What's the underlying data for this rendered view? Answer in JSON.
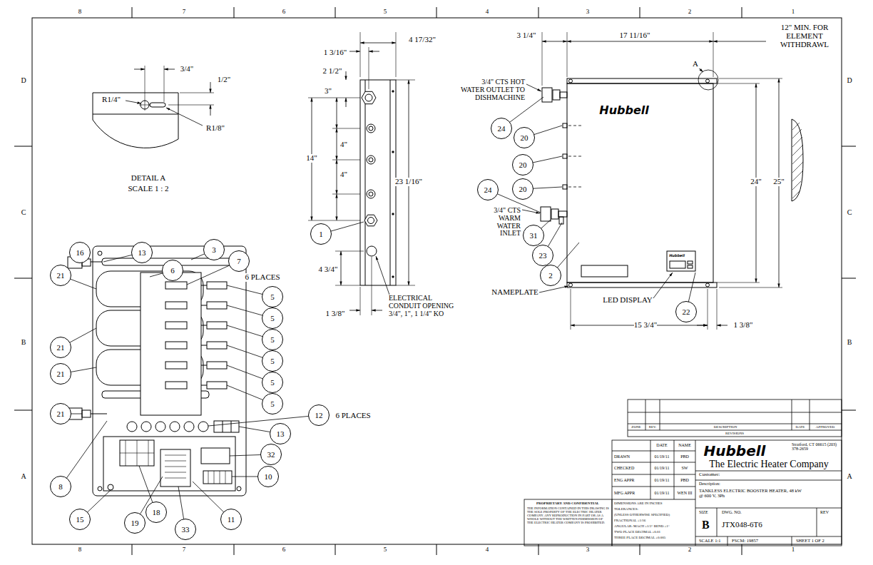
{
  "diagram": {
    "nodes": [
      {
        "text": [
          "1"
        ]
      },
      {
        "text": [
          "24"
        ]
      },
      {
        "text": [
          "20"
        ]
      },
      {
        "text": [
          "20"
        ]
      },
      {
        "text": [
          "20"
        ]
      },
      {
        "text": [
          "24"
        ]
      },
      {
        "text": [
          "31"
        ]
      },
      {
        "text": [
          "23"
        ]
      },
      {
        "text": [
          "2"
        ]
      },
      {
        "text": [
          "22"
        ]
      },
      {
        "text": [
          "16"
        ]
      },
      {
        "text": [
          "13"
        ]
      },
      {
        "text": [
          "3"
        ]
      },
      {
        "text": [
          "7"
        ]
      },
      {
        "text": [
          "6"
        ]
      },
      {
        "text": [
          "21"
        ]
      },
      {
        "text": [
          "5"
        ]
      },
      {
        "text": [
          "5"
        ]
      },
      {
        "text": [
          "5"
        ]
      },
      {
        "text": [
          "5"
        ]
      },
      {
        "text": [
          "5"
        ]
      },
      {
        "text": [
          "5"
        ]
      },
      {
        "text": [
          "21"
        ]
      },
      {
        "text": [
          "21"
        ]
      },
      {
        "text": [
          "21"
        ]
      },
      {
        "text": [
          "12"
        ]
      },
      {
        "text": [
          "13"
        ]
      },
      {
        "text": [
          "32"
        ]
      },
      {
        "text": [
          "10"
        ]
      },
      {
        "text": [
          "8"
        ]
      },
      {
        "text": [
          "15"
        ]
      },
      {
        "text": [
          "18"
        ]
      },
      {
        "text": [
          "19"
        ]
      },
      {
        "text": [
          "33"
        ]
      },
      {
        "text": [
          "11"
        ]
      }
    ],
    "labels": [
      "8",
      "7",
      "6",
      "5",
      "4",
      "3",
      "2",
      "1",
      "8",
      "7",
      "6",
      "5",
      "4",
      "3",
      "2",
      "1",
      "D",
      "C",
      "B",
      "A",
      "D",
      "C",
      "B",
      "A",
      "R1/4\"",
      "3/4\"",
      "1/2\"",
      "R1/8\"",
      "DETAIL A",
      "SCALE 1 : 2",
      "1 3/16\"",
      "4 17/32\"",
      "2 1/2\"",
      "3\"",
      "4\"",
      "4\"",
      "14\"",
      "23 1/16\"",
      "4 3/4\"",
      "1 3/8\"",
      "ELECTRICAL CONDUIT OPENING 3/4\", 1\", 1 1/4\" KO",
      "3 1/4\"",
      "17 11/16\"",
      "12\" MIN. FOR ELEMENT WITHDRAWL",
      "3/4\" CTS HOT WATER OUTLET TO DISHMACHINE",
      "Hubbell",
      "24\"",
      "25\"",
      "3/4\" CTS WARM WATER INLET",
      "NAMEPLATE",
      "LED DISPLAY",
      "15 3/4\"",
      "1 3/8\"",
      "A",
      "Hubbell",
      "6 PLACES",
      "6 PLACES",
      "ZONE",
      "REV.",
      "DESCRIPTION",
      "DATE",
      "APPROVED",
      "REVISIONS",
      "DATE",
      "NAME",
      "DRAWN",
      "01/19/11",
      "PBD",
      "CHECKED",
      "01/19/11",
      "SW",
      "ENG APPR",
      "01/19/11",
      "PBD",
      "MFG APPR",
      "01/19/11",
      "WEN III",
      "Hubbell",
      "Stratford, CT 06615 (203) 378-2659",
      "The Electric Heater Company",
      "Customer:",
      "Description:",
      "TANKLESS ELECTRIC BOOSTER HEATER, 48 kW @ 600 V, 3Ph",
      "SIZE",
      "B",
      "DWG. NO.",
      "JTX048-6T6",
      "REV",
      "SCALE 1:1",
      "FSCM: 19857",
      "SHEET 1 OF 2",
      "DIMENSIONS ARE IN INCHES",
      "TOLERANCES:",
      "(UNLESS OTHERWISE SPECIFIED)",
      "FRACTIONAL ±1/16",
      "ANGULAR: MACH ±1/2° BEND ±1°",
      "TWO PLACE DECIMAL ±0.01",
      "THREE PLACE DECIMAL ±0.005",
      "PROPRIETARY AND CONFIDENTIAL",
      "THE INFORMATION CONTAINED IN THIS DRAWING IS THE SOLE PROPERTY OF THE ELECTRIC HEATER COMPANY. ANY REPRODUCTION IN PART OR AS A WHOLE WITHOUT THE WRITTEN PERMISSION OF THE ELECTRIC HEATER COMPANY IS PROHIBITED."
    ]
  }
}
